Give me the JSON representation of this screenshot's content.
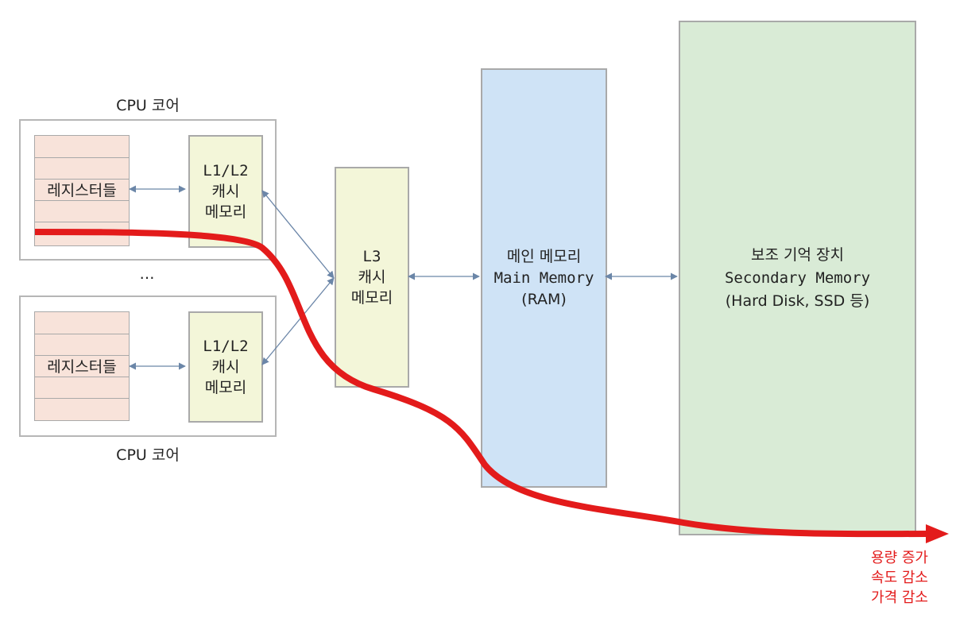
{
  "cpu_core_top": {
    "title": "CPU 코어",
    "registers_label": "레지스터들",
    "cache": {
      "line1": "L1/L2",
      "line2": "캐시",
      "line3": "메모리"
    }
  },
  "ellipsis": "…",
  "cpu_core_bottom": {
    "title": "CPU 코어",
    "registers_label": "레지스터들",
    "cache": {
      "line1": "L1/L2",
      "line2": "캐시",
      "line3": "메모리"
    }
  },
  "l3_cache": {
    "line1": "L3",
    "line2": "캐시",
    "line3": "메모리"
  },
  "main_memory": {
    "line1": "메인 메모리",
    "line2": "Main Memory",
    "line3": "(RAM)"
  },
  "secondary_memory": {
    "line1": "보조 기억 장치",
    "line2": "Secondary Memory",
    "line3": "(Hard Disk, SSD 등)"
  },
  "trend": {
    "line1": "용량 증가",
    "line2": "속도 감소",
    "line3": "가격 감소"
  },
  "colors": {
    "registers": "#f8e3da",
    "cache": "#f3f6d9",
    "ram": "#cfe3f6",
    "secondary": "#d9ebd6",
    "trend_arrow": "#e31b1b",
    "connector": "#6b86a8"
  }
}
